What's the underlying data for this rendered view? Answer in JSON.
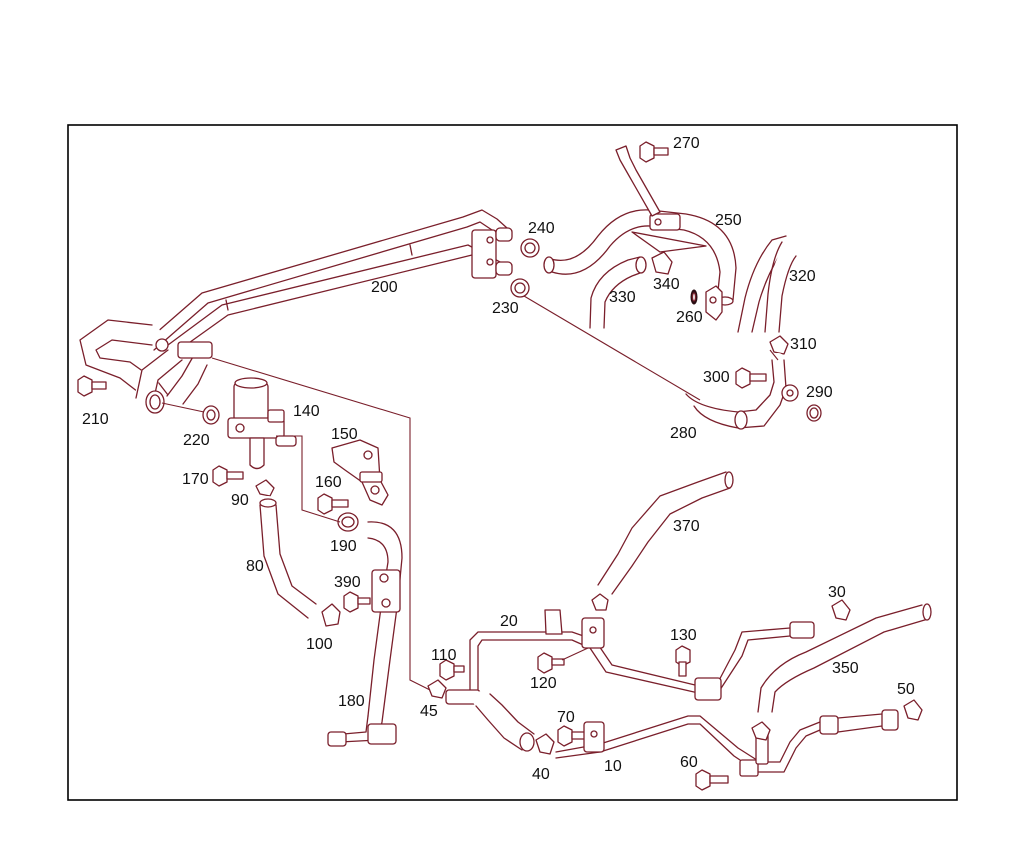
{
  "callouts": {
    "c10": "10",
    "c20": "20",
    "c30": "30",
    "c40": "40",
    "c45": "45",
    "c50": "50",
    "c60": "60",
    "c70": "70",
    "c80": "80",
    "c90": "90",
    "c100": "100",
    "c110": "110",
    "c120": "120",
    "c130": "130",
    "c140": "140",
    "c150": "150",
    "c160": "160",
    "c170": "170",
    "c180": "180",
    "c190": "190",
    "c200": "200",
    "c210": "210",
    "c220": "220",
    "c230": "230",
    "c240": "240",
    "c250": "250",
    "c260": "260",
    "c270": "270",
    "c280": "280",
    "c290": "290",
    "c300": "300",
    "c310": "310",
    "c320": "320",
    "c330": "330",
    "c340": "340",
    "c350": "350",
    "c370": "370",
    "c390": "390"
  },
  "colors": {
    "line": "#7a1f2b",
    "frame": "#000000",
    "text": "#111111",
    "background": "#ffffff"
  }
}
